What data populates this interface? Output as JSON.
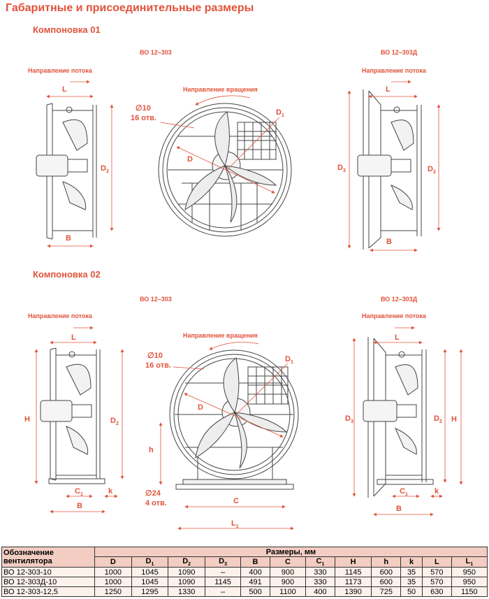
{
  "title": "Габаритные и присоединительные размеры",
  "layouts": [
    {
      "heading": "Компоновка 01",
      "models": [
        "ВО 12–303",
        "ВО 12–303Д"
      ],
      "flow_left": "Направление потока",
      "flow_right": "Направление потока",
      "rotation": "Направление вращения",
      "hole_dia": "∅10",
      "hole_count": "16 отв.",
      "dims": {
        "L": "L",
        "B": "B",
        "D": "D",
        "D1": "D",
        "D2": "D",
        "D3": "D",
        "sub1": "1",
        "sub2": "2",
        "sub3": "3"
      }
    },
    {
      "heading": "Компоновка 02",
      "models": [
        "ВО 12–303",
        "ВО 12–303Д"
      ],
      "flow_left": "Направление потока",
      "flow_right": "Направление потока",
      "rotation": "Направление вращения",
      "hole_dia": "∅10",
      "hole_count": "16 отв.",
      "foot_dia": "∅24",
      "foot_count": "4 отв.",
      "dims": {
        "L": "L",
        "B": "B",
        "C": "C",
        "C1": "C",
        "H": "H",
        "h": "h",
        "k": "k",
        "L1": "L",
        "D": "D",
        "D1": "D",
        "D2": "D",
        "D3": "D",
        "sub1": "1",
        "sub2": "2",
        "sub3": "3"
      }
    }
  ],
  "table": {
    "first_header": "Обозначение вентилятора",
    "group_header": "Размеры, мм",
    "columns": [
      {
        "base": "D",
        "sub": ""
      },
      {
        "base": "D",
        "sub": "1"
      },
      {
        "base": "D",
        "sub": "2"
      },
      {
        "base": "D",
        "sub": "3"
      },
      {
        "base": "B",
        "sub": ""
      },
      {
        "base": "C",
        "sub": ""
      },
      {
        "base": "C",
        "sub": "1"
      },
      {
        "base": "H",
        "sub": ""
      },
      {
        "base": "h",
        "sub": ""
      },
      {
        "base": "k",
        "sub": ""
      },
      {
        "base": "L",
        "sub": ""
      },
      {
        "base": "L",
        "sub": "1"
      }
    ],
    "rows": [
      {
        "name": "ВО 12-303-10",
        "values": [
          "1000",
          "1045",
          "1090",
          "–",
          "400",
          "900",
          "330",
          "1145",
          "600",
          "35",
          "570",
          "950"
        ]
      },
      {
        "name": "ВО 12-303Д-10",
        "values": [
          "1000",
          "1045",
          "1090",
          "1145",
          "491",
          "900",
          "330",
          "1173",
          "600",
          "35",
          "570",
          "950"
        ]
      },
      {
        "name": "ВО 12-303-12,5",
        "values": [
          "1250",
          "1295",
          "1330",
          "–",
          "500",
          "1100",
          "400",
          "1390",
          "725",
          "50",
          "630",
          "1150"
        ]
      }
    ]
  },
  "colors": {
    "accent": "#e0533a",
    "header_bg": "#f3cdc2",
    "row_bg": "#fdf1ec"
  }
}
